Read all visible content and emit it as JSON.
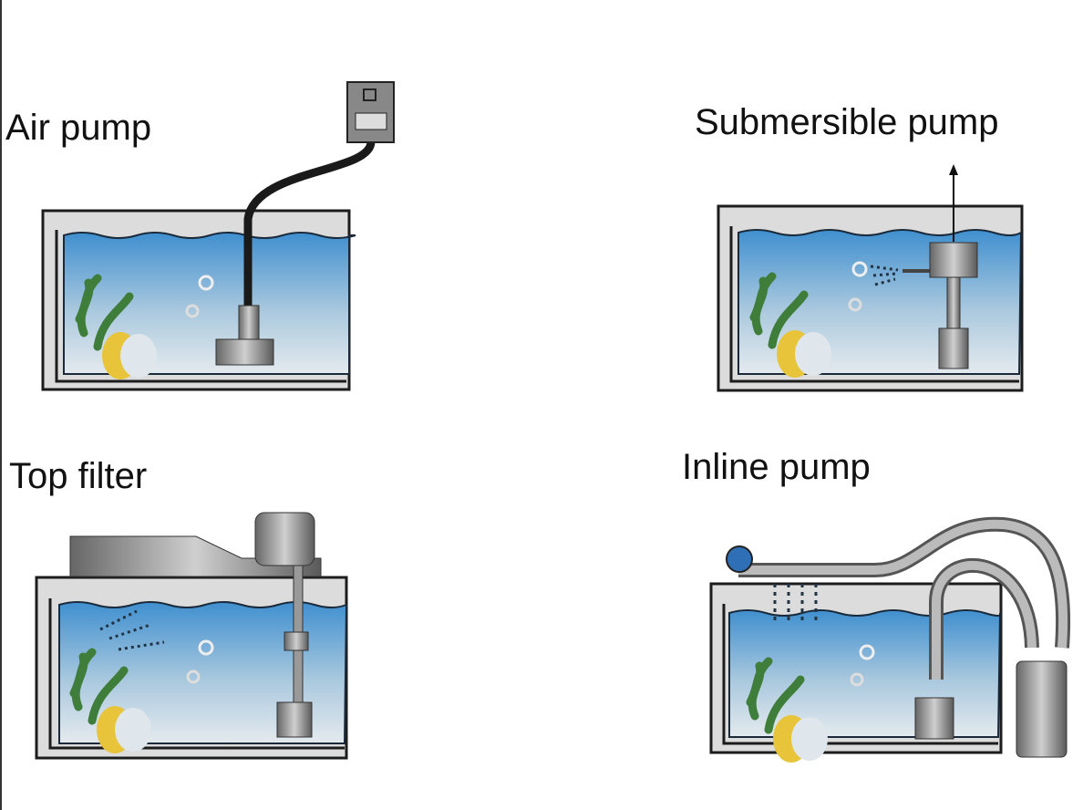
{
  "labels": {
    "air_pump": "Air pump",
    "submersible_pump": "Submersible pump",
    "top_filter": "Top filter",
    "inline_pump": "Inline pump"
  },
  "colors": {
    "water_top": "#3f8fcf",
    "water_bottom": "#e4eaee",
    "tank_frame": "#1c1c1c",
    "device_gray": "#8a8a8a",
    "plant_green": "#3f7d3a",
    "fish_yellow": "#e8c43a"
  }
}
